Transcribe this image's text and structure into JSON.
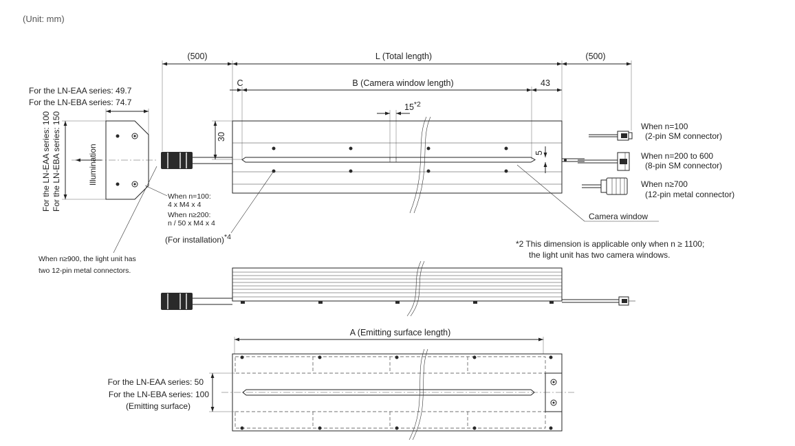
{
  "unit_note": "(Unit: mm)",
  "top_view": {
    "dim_left_cable": "(500)",
    "dim_total_length": "L (Total length)",
    "dim_right_cable": "(500)",
    "dim_c": "C",
    "dim_camera_window_length": "B (Camera window length)",
    "dim_43": "43",
    "dim_15": "15",
    "dim_15_note": "*2",
    "dim_30": "30",
    "dim_5": "5",
    "camera_window_label": "Camera window"
  },
  "side_view": {
    "eaa_width": "For the LN-EAA series: 49.7",
    "eba_width": "For the LN-EBA series: 74.7",
    "eaa_height": "For the LN-EAA series: 100",
    "eba_height": "For the LN-EBA series: 150",
    "illumination": "Illumination"
  },
  "installation_note": {
    "line1": "When n=100:",
    "line2": "4 x M4 x 4",
    "line3": "When n≥200:",
    "line4": "n / 50 x M4 x 4",
    "footer": "(For installation)",
    "footer_note": "*4"
  },
  "connector_note": {
    "line1": "When n≥900, the light unit has",
    "line2": "two 12-pin metal connectors."
  },
  "connectors": [
    {
      "title": "When n=100",
      "subtitle": "(2-pin SM connector)"
    },
    {
      "title": "When n=200 to 600",
      "subtitle": "(8-pin SM connector)"
    },
    {
      "title": "When n≥700",
      "subtitle": "(12-pin metal connector)"
    }
  ],
  "footnote": {
    "line1": "*2 This dimension is applicable only when n ≥ 1100;",
    "line2": "the light unit has two camera windows."
  },
  "bottom_view": {
    "dim_a": "A (Emitting surface length)",
    "eaa_emit": "For the LN-EAA series: 50",
    "eba_emit": "For the LN-EBA series: 100",
    "emit_caption": "(Emitting surface)"
  }
}
